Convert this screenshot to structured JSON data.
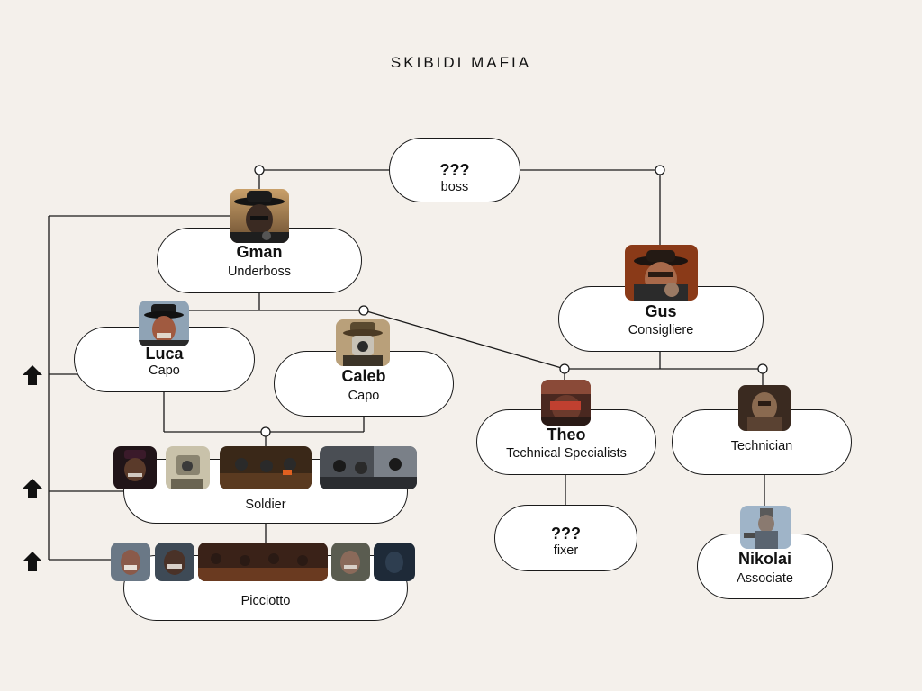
{
  "title": "SKIBIDI MAFIA",
  "nodes": {
    "boss": {
      "name": "???",
      "role": "boss"
    },
    "gman": {
      "name": "Gman",
      "role": "Underboss"
    },
    "gus": {
      "name": "Gus",
      "role": "Consigliere"
    },
    "luca": {
      "name": "Luca",
      "role": "Capo"
    },
    "caleb": {
      "name": "Caleb",
      "role": "Capo"
    },
    "theo": {
      "name": "Theo",
      "role": "Technical Specialists"
    },
    "technician": {
      "role": "Technician"
    },
    "fixer": {
      "name": "???",
      "role": "fixer"
    },
    "nikolai": {
      "name": "Nikolai",
      "role": "Associate"
    },
    "soldier": {
      "role": "Soldier"
    },
    "picciotto": {
      "role": "Picciotto"
    }
  },
  "colors": {
    "background": "#f4f0eb",
    "line": "#1a1a1a",
    "arrow": "#111111"
  },
  "icons": [
    "up-arrow-icon"
  ]
}
